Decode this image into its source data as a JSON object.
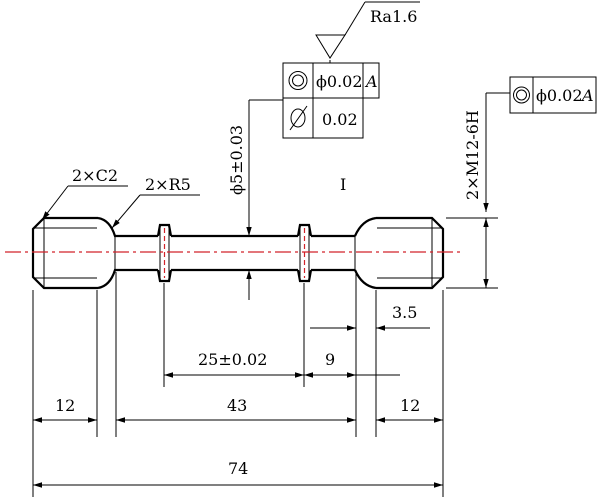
{
  "surface_roughness": "Ra1.6",
  "feature_frames": [
    {
      "symbol": "concentricity-icon",
      "tolerance": "ϕ0.02",
      "datum": "A"
    },
    {
      "symbol": "cylindricity-icon",
      "tolerance": "0.02",
      "datum": ""
    },
    {
      "symbol": "concentricity-icon",
      "tolerance": "ϕ0.02",
      "datum": "A"
    }
  ],
  "callouts": {
    "chamfer": "2×C2",
    "fillet": "2×R5",
    "neck_diameter": "ϕ5±0.03",
    "thread": "2×M12-6H",
    "view_marker": "I"
  },
  "dimensions": {
    "groove_spacing": "25±0.02",
    "dim_9": "9",
    "dim_3_5": "3.5",
    "left_grip": "12",
    "gauge_section": "43",
    "right_grip": "12",
    "overall_length": "74"
  },
  "colors": {
    "line": "#000000",
    "center_line": "#d2232a"
  }
}
